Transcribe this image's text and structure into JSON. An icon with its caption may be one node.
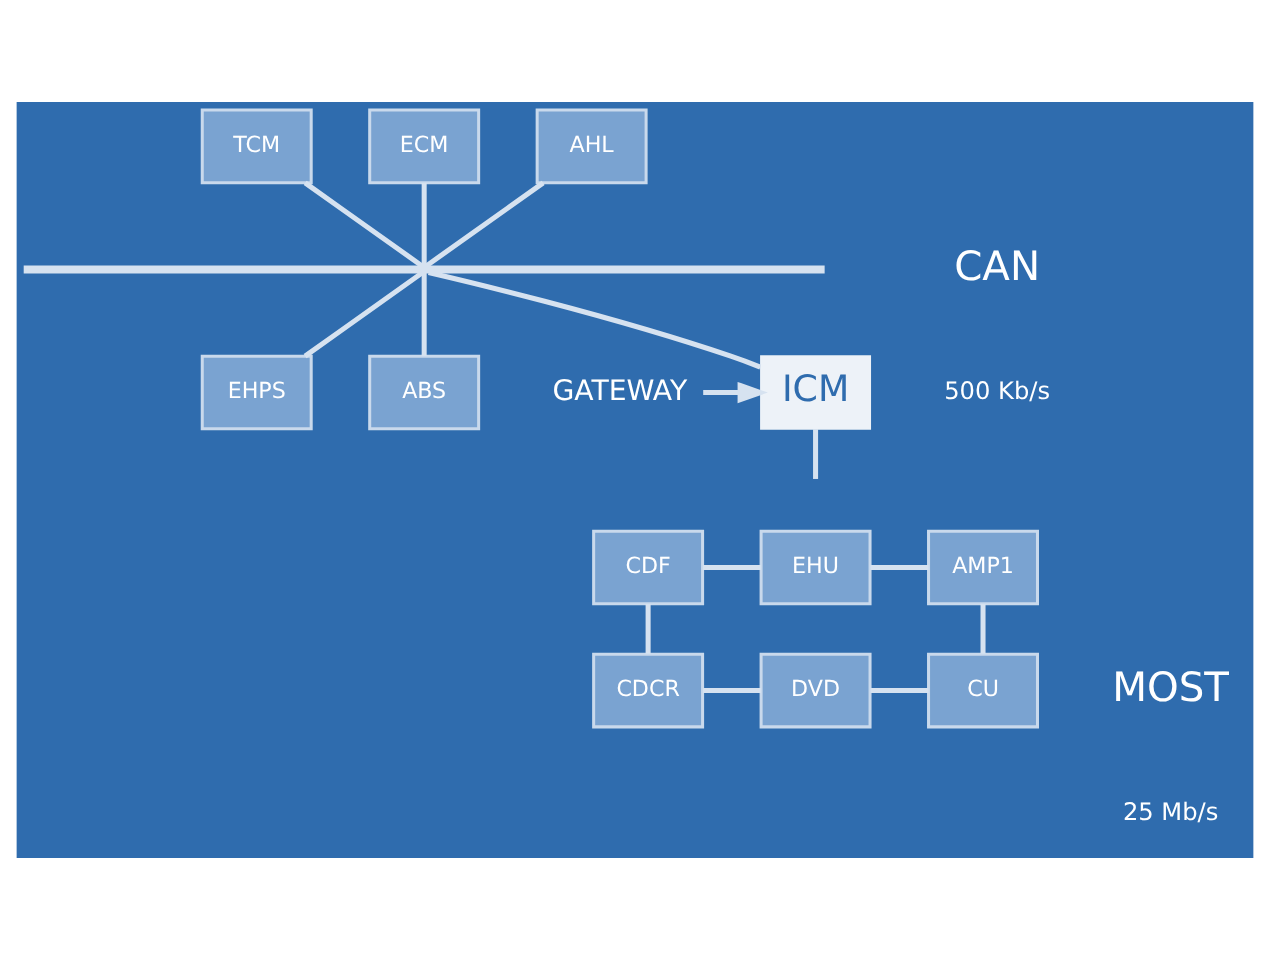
{
  "diagram": {
    "nodes": [
      {
        "text": [
          "TCM"
        ]
      },
      {
        "text": [
          "ECM"
        ]
      },
      {
        "text": [
          "AHL"
        ]
      },
      {
        "text": [
          "EHPS"
        ]
      },
      {
        "text": [
          "ABS"
        ]
      },
      {
        "text": [],
        "shape": "bar"
      },
      {
        "text": [
          "GATEWAY"
        ]
      },
      {
        "text": [
          "ICM"
        ]
      },
      {
        "text": [
          "CDF"
        ]
      },
      {
        "text": [
          "EHU"
        ]
      },
      {
        "text": [
          "AMP1"
        ]
      },
      {
        "text": [
          "CDCR"
        ]
      },
      {
        "text": [
          "DVD"
        ]
      },
      {
        "text": [
          "CU"
        ]
      }
    ],
    "edges": [
      {
        "from": 0,
        "to": 5,
        "arrow": "none"
      },
      {
        "from": 1,
        "to": 5,
        "arrow": "none"
      },
      {
        "from": 2,
        "to": 5,
        "arrow": "none"
      },
      {
        "from": 5,
        "to": 3,
        "arrow": "none"
      },
      {
        "from": 5,
        "to": 4,
        "arrow": "none"
      },
      {
        "from": 5,
        "to": 7,
        "arrow": "none"
      },
      {
        "from": 6,
        "to": 7,
        "arrow": "to"
      },
      {
        "from": 7,
        "to": null,
        "arrow": "none"
      },
      {
        "from": 8,
        "to": 9,
        "arrow": "none"
      },
      {
        "from": 9,
        "to": 10,
        "arrow": "none"
      },
      {
        "from": 8,
        "to": 11,
        "arrow": "none"
      },
      {
        "from": 10,
        "to": 13,
        "arrow": "none"
      },
      {
        "from": 11,
        "to": 12,
        "arrow": "none"
      },
      {
        "from": 12,
        "to": 13,
        "arrow": "none"
      }
    ],
    "labels": [
      "CAN",
      "500 Kb/s",
      "MOST",
      "25 Mb/s"
    ]
  }
}
